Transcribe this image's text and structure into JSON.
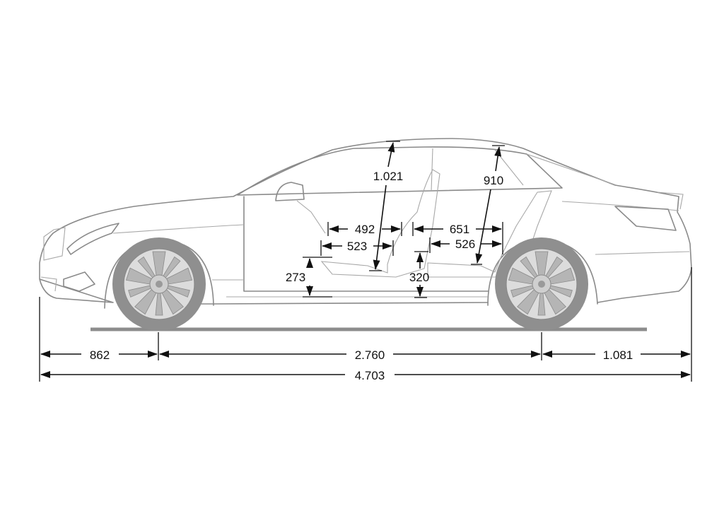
{
  "dimensions": {
    "front_overhang": "862",
    "wheelbase": "2.760",
    "rear_overhang": "1.081",
    "overall_length": "4.703",
    "front_headroom": "1.021",
    "rear_headroom": "910",
    "front_legroom_upper": "492",
    "front_legroom_lower": "523",
    "rear_legroom_upper": "651",
    "rear_legroom_lower": "526",
    "front_seat_height": "273",
    "rear_seat_height": "320"
  },
  "colors": {
    "car_outline": "#8a8a8a",
    "tire": "#8f8f8f",
    "ground": "#8c8c8c",
    "dimension_lines": "#111111"
  },
  "icons": [
    "car-side-view-drawing",
    "front-wheel",
    "rear-wheel",
    "arrowhead"
  ]
}
